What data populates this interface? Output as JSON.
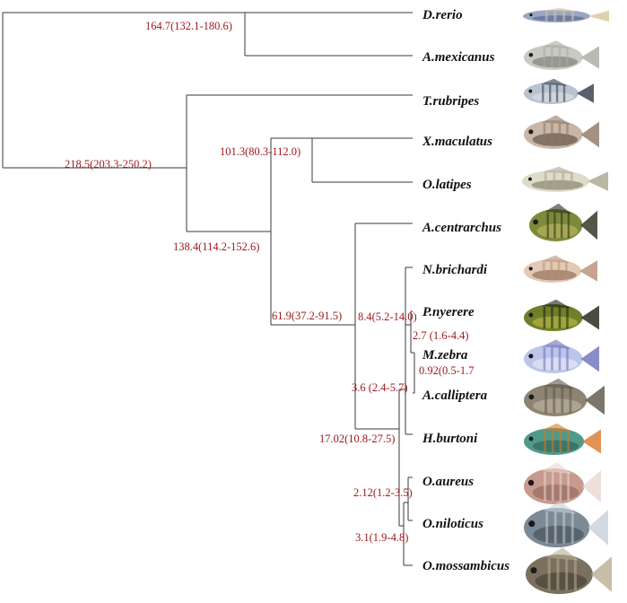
{
  "taxa": [
    {
      "label": "D.rerio",
      "icon": "zebrafish-photo",
      "colors": [
        "#9aa7c4",
        "#d9c49a",
        "#4b5a8a"
      ]
    },
    {
      "label": "A.mexicanus",
      "icon": "cavefish-photo",
      "colors": [
        "#c9c9c4",
        "#a9a9a0",
        "#6e6e66"
      ]
    },
    {
      "label": "T.rubripes",
      "icon": "pufferfish-photo",
      "colors": [
        "#b9c3cf",
        "#2e3947",
        "#e3e6ea"
      ]
    },
    {
      "label": "X.maculatus",
      "icon": "platyfish-photo",
      "colors": [
        "#c8b7a8",
        "#8d7664",
        "#4a3a30"
      ]
    },
    {
      "label": "O.latipes",
      "icon": "medaka-photo",
      "colors": [
        "#dedcc8",
        "#aaa58f",
        "#6f6b58"
      ]
    },
    {
      "label": "A.centrarchus",
      "icon": "flier-cichlid-photo",
      "colors": [
        "#7c8a3a",
        "#2b2b1a",
        "#c8c06a"
      ]
    },
    {
      "label": "N.brichardi",
      "icon": "lyretail-cichlid-photo",
      "colors": [
        "#e2c9b6",
        "#b98d74",
        "#7d5a44"
      ]
    },
    {
      "label": "P.nyerere",
      "icon": "nyerere-cichlid-photo",
      "colors": [
        "#6f7f2a",
        "#1d1f12",
        "#c7c24a"
      ]
    },
    {
      "label": "M.zebra",
      "icon": "zebra-mbuna-photo",
      "colors": [
        "#bcc5ea",
        "#6b6fb8",
        "#f1f1f8"
      ]
    },
    {
      "label": "A.calliptera",
      "icon": "eastern-happy-photo",
      "colors": [
        "#8e8474",
        "#5b5347",
        "#c6bdaa"
      ]
    },
    {
      "label": "H.burtoni",
      "icon": "burtons-mouthbrooder-photo",
      "colors": [
        "#4f9a88",
        "#d9782b",
        "#2d5a4e"
      ]
    },
    {
      "label": "O.aureus",
      "icon": "blue-tilapia-photo",
      "colors": [
        "#c79a8e",
        "#e9d7cf",
        "#8a5f55"
      ]
    },
    {
      "label": "O.niloticus",
      "icon": "nile-tilapia-photo",
      "colors": [
        "#7c8a96",
        "#c7d0d8",
        "#3a444e"
      ]
    },
    {
      "label": "O.mossambicus",
      "icon": "mozambique-tilapia-photo",
      "colors": [
        "#7a705e",
        "#b9ad94",
        "#3c362c"
      ]
    }
  ],
  "node_labels": [
    "164.7(132.1-180.6)",
    "218.5(203.3-250.2)",
    "101.3(80.3-112.0)",
    "138.4(114.2-152.6)",
    "61.9(37.2-91.5)",
    "8.4(5.2-14.0)",
    "2.7 (1.6-4.4)",
    "0.92(0.5-1.7",
    "3.6 (2.4-5.7)",
    "17.02(10.8-27.5)",
    "2.12(1.2-3.5)",
    "3.1(1.9-4.8)"
  ],
  "colors": {
    "branch": "#3a3a3a",
    "node_label": "#a0191e",
    "taxon_label": "#111111"
  }
}
